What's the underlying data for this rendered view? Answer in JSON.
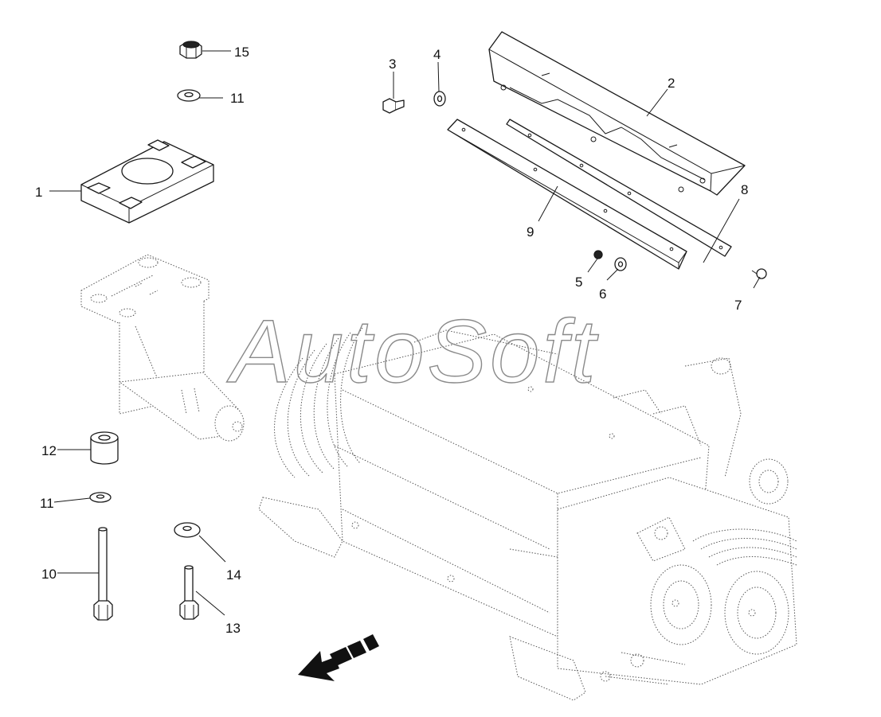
{
  "watermark": "AutoSoft",
  "callouts": {
    "c1": "1",
    "c2": "2",
    "c3": "3",
    "c4": "4",
    "c5": "5",
    "c6": "6",
    "c7": "7",
    "c8": "8",
    "c9": "9",
    "c10": "10",
    "c11a": "11",
    "c11b": "11",
    "c12": "12",
    "c13": "13",
    "c14": "14",
    "c15": "15"
  },
  "colors": {
    "ink": "#1a1a1a",
    "ghost": "#555555",
    "watermark": "#8a8a8a"
  },
  "icons": [
    "direction-arrow-icon"
  ]
}
